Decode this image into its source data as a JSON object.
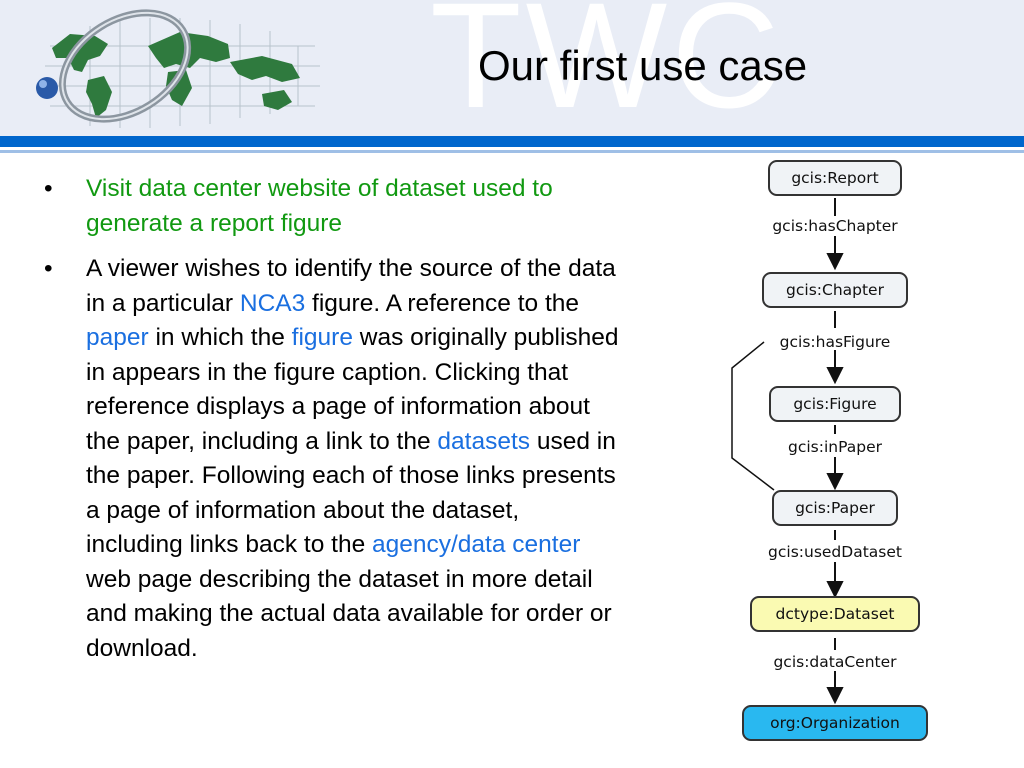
{
  "slide": {
    "title": "Our first use case",
    "watermark": "TWC"
  },
  "bullets": [
    {
      "marker": "•",
      "color": "#119911",
      "text": "Visit data center website of dataset used to generate a report figure"
    },
    {
      "marker": "•",
      "parts": [
        "A viewer wishes to identify the source of the data in a particular ",
        "NCA3",
        " figure.  A reference to the ",
        "paper",
        " in which the ",
        "figure",
        " was originally published in appears in the figure caption. Clicking that reference displays a page of information about the paper, including a link to the ",
        "datasets",
        " used in the paper.  Following each of those links presents a page of information about the dataset, including links back to the ",
        "agency/data center",
        " web page describing the dataset in more detail and making the actual data available for order or download."
      ]
    }
  ],
  "diagram": {
    "nodes": [
      {
        "label": "gcis:Report",
        "fill": "#f0f3f6"
      },
      {
        "label": "gcis:Chapter",
        "fill": "#f0f3f6"
      },
      {
        "label": "gcis:Figure",
        "fill": "#f0f3f6"
      },
      {
        "label": "gcis:Paper",
        "fill": "#f0f3f6"
      },
      {
        "label": "dctype:Dataset",
        "fill": "#fafab2"
      },
      {
        "label": "org:Organization",
        "fill": "#29b8f0"
      }
    ],
    "edges": [
      {
        "label": "gcis:hasChapter"
      },
      {
        "label": "gcis:hasFigure"
      },
      {
        "label": "gcis:inPaper"
      },
      {
        "label": "gcis:usedDataset"
      },
      {
        "label": "gcis:dataCenter"
      }
    ]
  },
  "colors": {
    "header_band": "#0066cc",
    "link": "#1a6fe0",
    "green_text": "#119911"
  }
}
